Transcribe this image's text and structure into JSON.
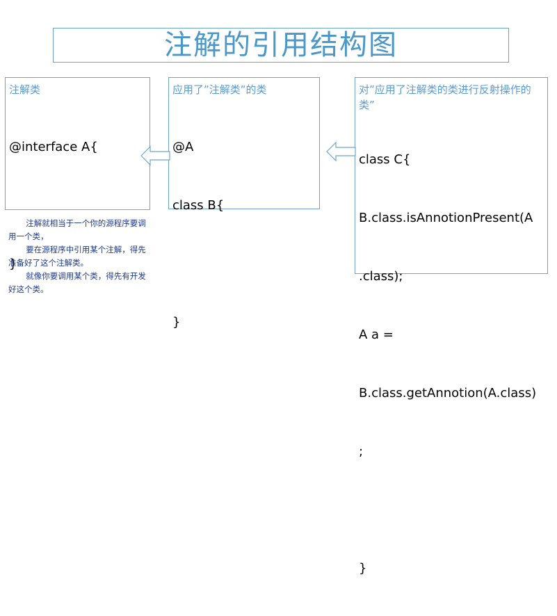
{
  "title": "注解的引用结构图",
  "boxes": {
    "annotation": {
      "title": "注解类",
      "lines": [
        "@interface A{",
        "",
        "}"
      ]
    },
    "applied": {
      "title": "应用了”注解类”的类",
      "lines": [
        "@A",
        "class B{",
        "",
        "}"
      ]
    },
    "reflector": {
      "title": "对”应用了注解类的类进行反射操作的类”",
      "lines": [
        "class C{",
        "B.class.isAnnotionPresent(A",
        ".class);",
        "A a =",
        "B.class.getAnnotion(A.class)",
        ";",
        "",
        "}"
      ]
    }
  },
  "note": [
    "注解就相当于一个你的源程序要调用一个类，",
    "要在源程序中引用某个注解，得先准备好了这个注解类。",
    "就像你要调用某个类，得先有开发好这个类。"
  ],
  "colors": {
    "border": "#6aa5c8",
    "title": "#4a97c8",
    "box_title": "#5b9ad0",
    "note": "#1f3a8a",
    "code": "#000000"
  },
  "icons": [
    "arrow-left-icon",
    "arrow-left-icon"
  ]
}
